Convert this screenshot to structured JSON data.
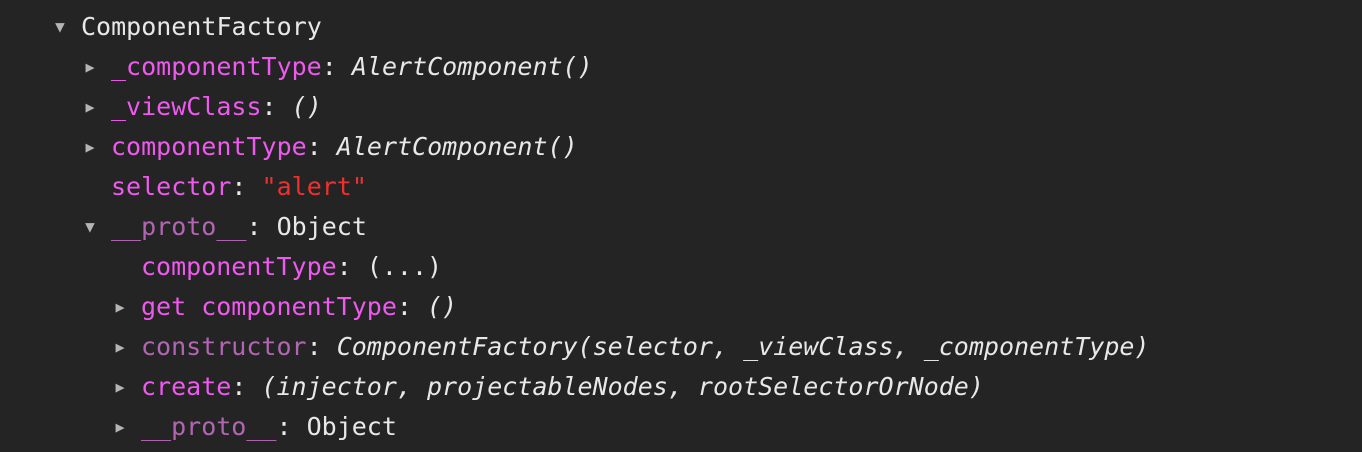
{
  "root": {
    "label": "ComponentFactory",
    "expanded": true
  },
  "rows": [
    {
      "key": "_componentType",
      "value": "AlertComponent()",
      "value_type": "function",
      "toggle": "collapsed"
    },
    {
      "key": "_viewClass",
      "value": "()",
      "value_type": "function",
      "toggle": "collapsed"
    },
    {
      "key": "componentType",
      "value": "AlertComponent()",
      "value_type": "function",
      "toggle": "collapsed"
    },
    {
      "key": "selector",
      "value": "\"alert\"",
      "value_type": "string",
      "toggle": "none"
    },
    {
      "key": "__proto__",
      "value": "Object",
      "value_type": "object",
      "toggle": "expanded"
    }
  ],
  "proto_rows": [
    {
      "key": "componentType",
      "value": "(...)",
      "value_type": "plain",
      "toggle": "none"
    },
    {
      "key": "get componentType",
      "value": "()",
      "value_type": "function",
      "toggle": "collapsed"
    },
    {
      "key": "constructor",
      "value": "ComponentFactory(selector, _viewClass, _componentType)",
      "value_type": "function",
      "toggle": "collapsed"
    },
    {
      "key": "create",
      "value": "(injector, projectableNodes, rootSelectorOrNode)",
      "value_type": "function",
      "toggle": "collapsed"
    },
    {
      "key": "__proto__",
      "value": "Object",
      "value_type": "object",
      "toggle": "collapsed"
    }
  ],
  "colon": ":",
  "icons": {
    "expanded": "expanded-triangle-icon",
    "collapsed": "collapsed-triangle-icon"
  },
  "colors": {
    "background": "#242424",
    "key": "#ee59ee",
    "proto_key": "#b265b2",
    "string": "#f0302e",
    "text": "#e8e8e8",
    "triangle": "#b4b4b4"
  }
}
